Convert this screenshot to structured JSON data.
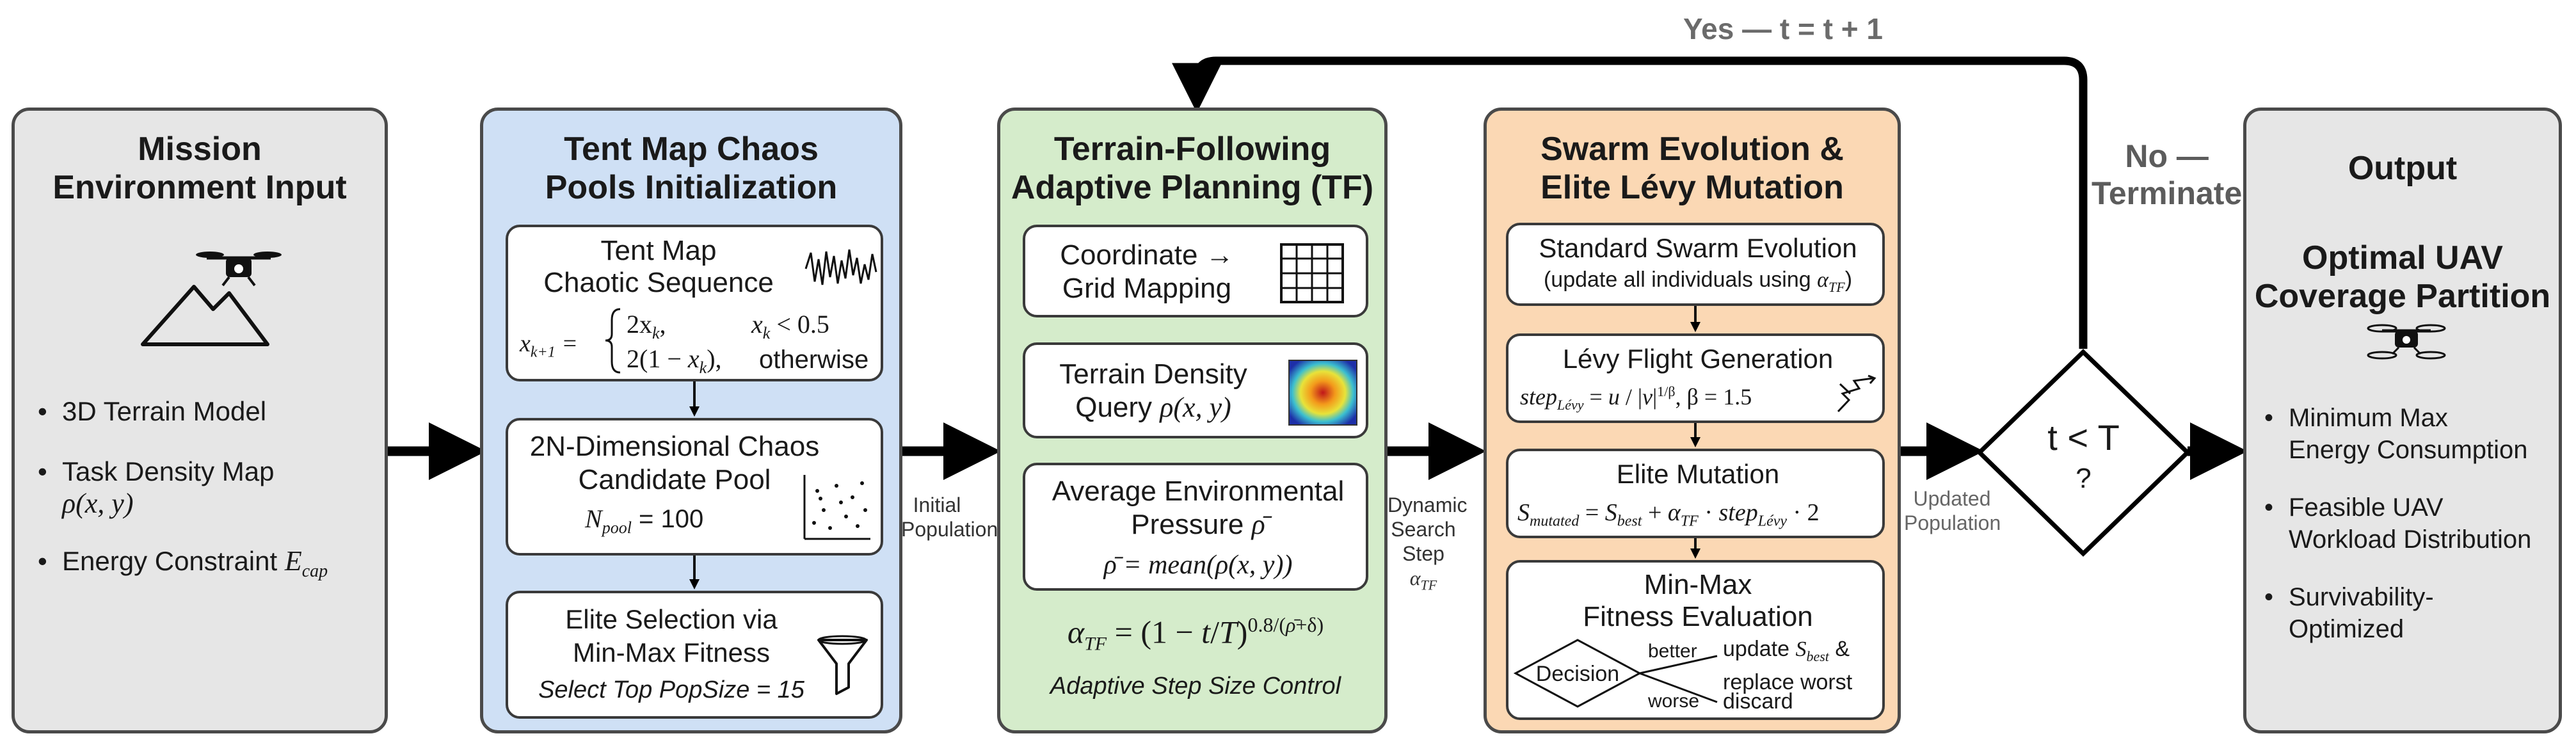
{
  "feedback": {
    "yes_label": "Yes — t = t + 1",
    "no_label_1": "No —",
    "no_label_2": "Terminate"
  },
  "stage1": {
    "title_1": "Mission",
    "title_2": "Environment Input",
    "items": [
      {
        "text": "3D Terrain Model",
        "math": ""
      },
      {
        "text": "Task Density Map",
        "math": "ρ(x, y)"
      },
      {
        "text": "Energy Constraint",
        "math": "E_cap"
      }
    ]
  },
  "stage2": {
    "title_1": "Tent Map Chaos",
    "title_2": "Pools Initialization",
    "box1": {
      "line1": "Tent Map",
      "line2": "Chaotic Sequence",
      "lhs": "x_{k+1} =",
      "case1_expr": "2x_k,",
      "case1_cond": "x_k < 0.5",
      "case2_expr": "2(1 − x_k),",
      "case2_cond": "otherwise"
    },
    "box2": {
      "line1": "2N-Dimensional Chaos",
      "line2": "Candidate Pool",
      "param": "N_pool = 100"
    },
    "box3": {
      "line1": "Elite Selection via",
      "line2": "Min-Max   Fitness",
      "line3": "Select Top PopSize = 15"
    }
  },
  "arrow_labels": {
    "initial_population_1": "Initial",
    "initial_population_2": "Population",
    "dynamic_1": "Dynamic",
    "dynamic_2": "Search",
    "dynamic_3": "Step",
    "dynamic_4": "α_TF",
    "updated_1": "Updated",
    "updated_2": "Population"
  },
  "stage3": {
    "title_1": "Terrain-Following",
    "title_2": "Adaptive Planning (TF)",
    "box1": {
      "line1": "Coordinate →",
      "line2": "Grid Mapping"
    },
    "box2": {
      "line1": "Terrain Density",
      "line2": "Query ρ(x, y)"
    },
    "box3": {
      "line1": "Average Environmental",
      "line2": "Pressure ρ̄",
      "line3": "ρ̄ = mean(ρ(x, y))"
    },
    "formula": "α_TF = (1 − t/T)^{0.8/(ρ̄+δ)}",
    "caption": "Adaptive Step Size Control"
  },
  "stage4": {
    "title_1": "Swarm Evolution &",
    "title_2": "Elite Lévy Mutation",
    "box1": {
      "line1": "Standard Swarm Evolution",
      "line2": "(update all individuals using α_TF)"
    },
    "box2": {
      "line1": "Lévy Flight Generation",
      "formula": "step_Lévy = u / |v|^{1/β}, β = 1.5"
    },
    "box3": {
      "line1": "Elite Mutation",
      "formula": "S_mutated = S_best + α_TF · step_Lévy · 2"
    },
    "box4": {
      "line1": "Min-Max",
      "line2": "Fitness Evaluation",
      "decision": "Decision",
      "better": "better",
      "worse": "worse",
      "update_1": "update S_best &",
      "update_2": "replace worst",
      "discard": "discard"
    }
  },
  "decision": {
    "line1": "t < T",
    "line2": "?"
  },
  "output": {
    "title": "Output",
    "subtitle_1": "Optimal UAV",
    "subtitle_2": "Coverage Partition",
    "items": [
      {
        "l1": "Minimum Max",
        "l2": "Energy Consumption"
      },
      {
        "l1": "Feasible UAV",
        "l2": "Workload Distribution"
      },
      {
        "l1": "Survivability-",
        "l2": "Optimized"
      }
    ]
  },
  "colors": {
    "stage1_fill": "#e6e6e6",
    "stage2_fill": "#cfe0f5",
    "stage3_fill": "#d5eccb",
    "stage4_fill": "#fbd8b4",
    "output_fill": "#e6e6e6",
    "arrow": "#000000",
    "yes_label": "#6b6b6b"
  }
}
